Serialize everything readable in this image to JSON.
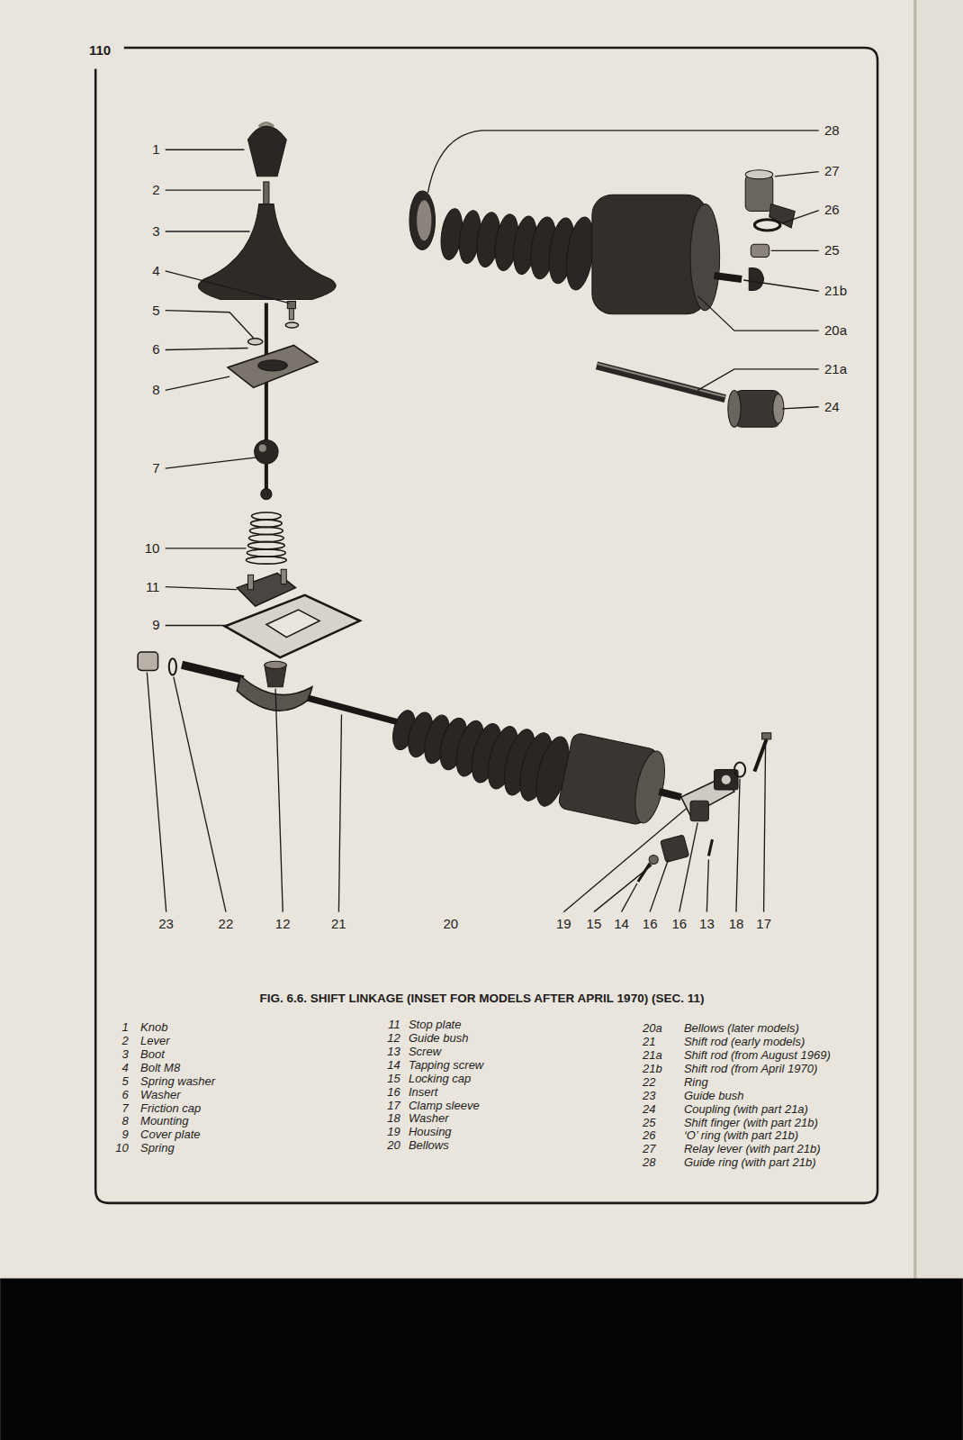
{
  "diagram": {
    "caption": "FIG. 6.6. SHIFT LINKAGE (INSET FOR MODELS AFTER APRIL 1970) (SEC. 11)",
    "labels": [
      "110",
      "28",
      "27",
      "26",
      "25",
      "21b",
      "20a",
      "21a",
      "24",
      "1",
      "2",
      "3",
      "4",
      "5",
      "6",
      "8",
      "7",
      "10",
      "11",
      "9",
      "23",
      "22",
      "12",
      "21",
      "20",
      "19",
      "15",
      "14",
      "16",
      "16",
      "13",
      "18",
      "17",
      "1",
      "Knob",
      "2",
      "Lever",
      "3",
      "Boot",
      "4",
      "Bolt M8",
      "5",
      "Spring washer",
      "6",
      "Washer",
      "7",
      "Friction cap",
      "8",
      "Mounting",
      "9",
      "Cover plate",
      "10",
      "Spring",
      "11",
      "Stop plate",
      "12",
      "Guide bush",
      "13",
      "Screw",
      "14",
      "Tapping screw",
      "15",
      "Locking cap",
      "16",
      "Insert",
      "17",
      "Clamp sleeve",
      "18",
      "Washer",
      "19",
      "Housing",
      "20",
      "Bellows",
      "20a",
      "Bellows (later models)",
      "21",
      "Shift rod (early models)",
      "21a",
      "Shift rod (from August 1969)",
      "21b",
      "Shift rod (from April 1970)",
      "22",
      "Ring",
      "23",
      "Guide bush",
      "24",
      "Coupling (with part 21a)",
      "25",
      "Shift finger (with part 21b)",
      "26",
      "‘O’ ring (with part 21b)",
      "27",
      "Relay lever (with part 21b)",
      "28",
      "Guide ring (with part 21b)"
    ]
  }
}
